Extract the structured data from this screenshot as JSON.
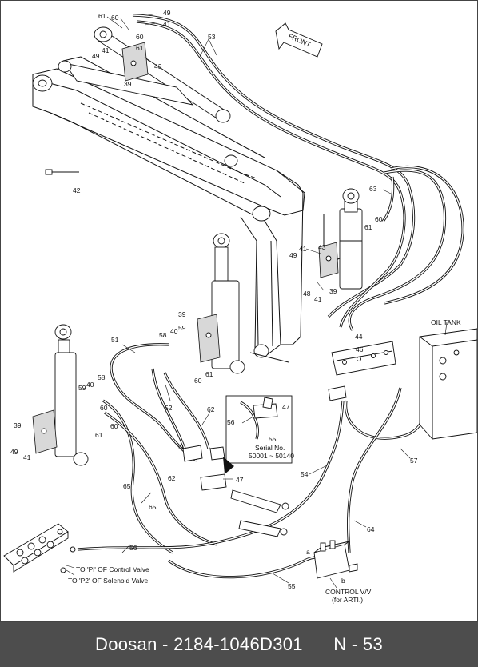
{
  "diagram": {
    "callouts": [
      "61",
      "60",
      "49",
      "41",
      "60",
      "61",
      "43",
      "49",
      "41",
      "39",
      "53",
      "42",
      "63",
      "61",
      "60",
      "43",
      "49",
      "41",
      "39",
      "48",
      "41",
      "39",
      "58",
      "40",
      "59",
      "51",
      "61",
      "60",
      "58",
      "40",
      "59",
      "60",
      "61",
      "60",
      "39",
      "49",
      "41",
      "52",
      "62",
      "50",
      "62",
      "65",
      "47",
      "65",
      "56",
      "55",
      "54",
      "57",
      "64",
      "44",
      "46",
      "56",
      "55",
      "47"
    ],
    "front_label": "FRONT",
    "oil_tank_label": "OIL TANK",
    "serial_line1": "Serial No.",
    "serial_line2": "50001 ~ 50140",
    "label_a": "a",
    "label_b": "b",
    "to_pi_label": "TO 'Pi' OF Control Valve",
    "to_p2_label": "TO 'P2' OF Solenoid Valve",
    "control_vv_label": "CONTROL V/V",
    "for_arti_label": "(for ARTI.)"
  },
  "footer": {
    "brand": "Doosan",
    "part_number": "2184-1046D301",
    "page": "N - 53"
  }
}
